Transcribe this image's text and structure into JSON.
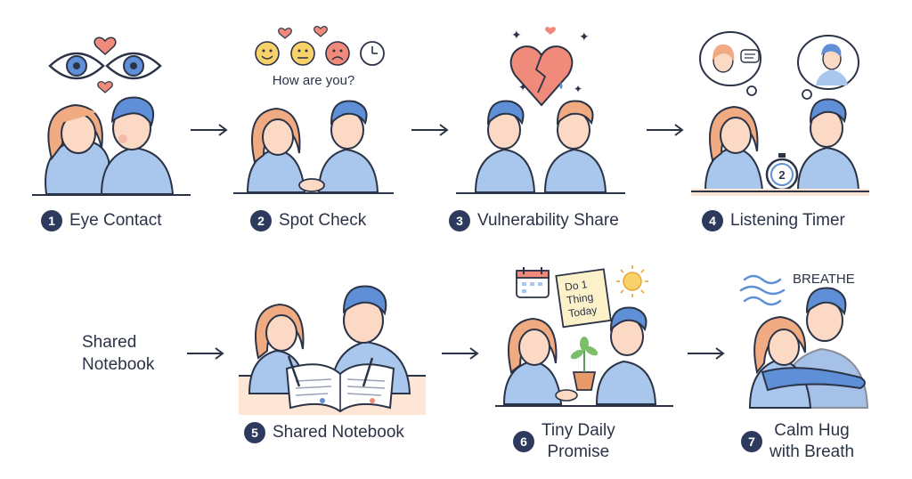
{
  "steps": [
    {
      "number": "1",
      "title": "Eye Contact"
    },
    {
      "number": "2",
      "title": "Spot Check"
    },
    {
      "number": "3",
      "title": "Vulnerability Share"
    },
    {
      "number": "4",
      "title": "Listening Timer"
    },
    {
      "number": "5",
      "title": "Shared Notebook"
    },
    {
      "number": "6",
      "title_line1": "Tiny Daily",
      "title_line2": "Promise"
    },
    {
      "number": "7",
      "title_line1": "Calm Hug",
      "title_line2": "with Breath"
    }
  ],
  "spot_check": {
    "question": "How are you?"
  },
  "listening_timer": {
    "timer_digit": "2"
  },
  "side_label": {
    "line1": "Shared",
    "line2": "Notebook"
  },
  "note": {
    "line1": "Do 1",
    "line2": "Thing",
    "line3": "Today"
  },
  "breathe": {
    "text": "BREATHE"
  },
  "colors": {
    "hair": "#f0ab83",
    "skin": "#fbd9c4",
    "shirt": "#a9c6ec",
    "dark_hair": "#5f8fd6",
    "outline": "#2b3347",
    "badge": "#2d3a5e",
    "heart": "#f08a7a"
  }
}
